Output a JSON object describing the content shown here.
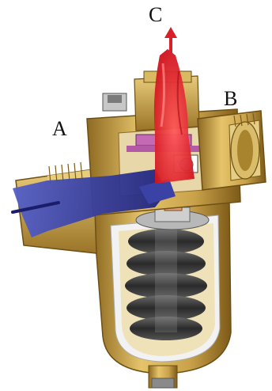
{
  "labels": {
    "a": "A",
    "b": "B",
    "c": "C"
  },
  "colors": {
    "brass": "#c9a24a",
    "brass_dark": "#8e6a22",
    "inlet_flow": "#2b2f8f",
    "outlet_flow": "#e0202a",
    "spring": "#3a3a3a",
    "housing_inner": "#f4f4f4",
    "diaphragm": "#c46ab5"
  }
}
